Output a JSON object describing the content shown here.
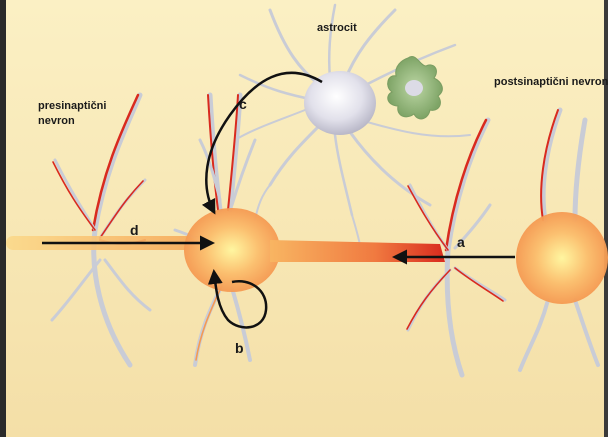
{
  "labels": {
    "astrocyte": "astrocit",
    "presynaptic": [
      "presinaptični",
      "nevron"
    ],
    "postsynaptic": "postsinaptični nevron",
    "arrow_a": "a",
    "arrow_b": "b",
    "arrow_c": "c",
    "arrow_d": "d"
  },
  "colors": {
    "background_top": "#fbf0c4",
    "background_bottom": "#f4dfa7",
    "dendrite_red": "#d92a1e",
    "dendrite_gray": "#c9ccd6",
    "neuron_core": "#fff6a0",
    "neuron_glow": "#f59a52",
    "astrocyte_body": "#dcdbe6",
    "astrocyte_green": "#8fb57a",
    "arrow": "#111111"
  }
}
